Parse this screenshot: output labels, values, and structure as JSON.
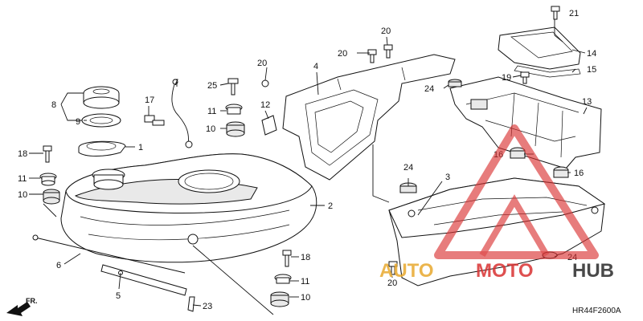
{
  "diagram": {
    "diagram_code": "HR44F2600A",
    "direction_label": "FR.",
    "callouts": [
      {
        "id": "c1",
        "label": "1"
      },
      {
        "id": "c2",
        "label": "2"
      },
      {
        "id": "c3",
        "label": "3"
      },
      {
        "id": "c4",
        "label": "4"
      },
      {
        "id": "c5",
        "label": "5"
      },
      {
        "id": "c6",
        "label": "6"
      },
      {
        "id": "c7",
        "label": "7"
      },
      {
        "id": "c8",
        "label": "8"
      },
      {
        "id": "c9",
        "label": "9"
      },
      {
        "id": "c10a",
        "label": "10"
      },
      {
        "id": "c10b",
        "label": "10"
      },
      {
        "id": "c10c",
        "label": "10"
      },
      {
        "id": "c11a",
        "label": "11"
      },
      {
        "id": "c11b",
        "label": "11"
      },
      {
        "id": "c11c",
        "label": "11"
      },
      {
        "id": "c12",
        "label": "12"
      },
      {
        "id": "c13",
        "label": "13"
      },
      {
        "id": "c14",
        "label": "14"
      },
      {
        "id": "c15",
        "label": "15"
      },
      {
        "id": "c16a",
        "label": "16"
      },
      {
        "id": "c16b",
        "label": "16"
      },
      {
        "id": "c17",
        "label": "17"
      },
      {
        "id": "c18a",
        "label": "18"
      },
      {
        "id": "c18b",
        "label": "18"
      },
      {
        "id": "c19",
        "label": "19"
      },
      {
        "id": "c20a",
        "label": "20"
      },
      {
        "id": "c20b",
        "label": "20"
      },
      {
        "id": "c20c",
        "label": "20"
      },
      {
        "id": "c20d",
        "label": "20"
      },
      {
        "id": "c21",
        "label": "21"
      },
      {
        "id": "c23",
        "label": "23"
      },
      {
        "id": "c24a",
        "label": "24"
      },
      {
        "id": "c24b",
        "label": "24"
      },
      {
        "id": "c24c",
        "label": "24"
      },
      {
        "id": "c25",
        "label": "25"
      }
    ]
  },
  "watermark": {
    "text_part1": "AUTO",
    "text_part2": "MOTO",
    "text_part3": "HUB",
    "color_primary": "#e8a92e",
    "color_secondary": "#d93232",
    "color_dark": "#2a2a2a"
  }
}
